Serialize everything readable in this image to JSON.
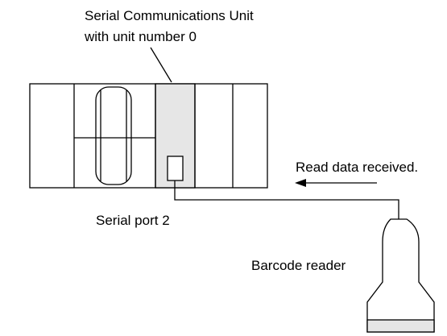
{
  "labels": {
    "unit_line1": "Serial Communications Unit",
    "unit_line2": "with unit number 0",
    "read_data": "Read data received.",
    "serial_port": "Serial port 2",
    "barcode_reader": "Barcode reader"
  },
  "colors": {
    "highlight_fill": "#e6e6e6",
    "stroke": "#000000"
  }
}
